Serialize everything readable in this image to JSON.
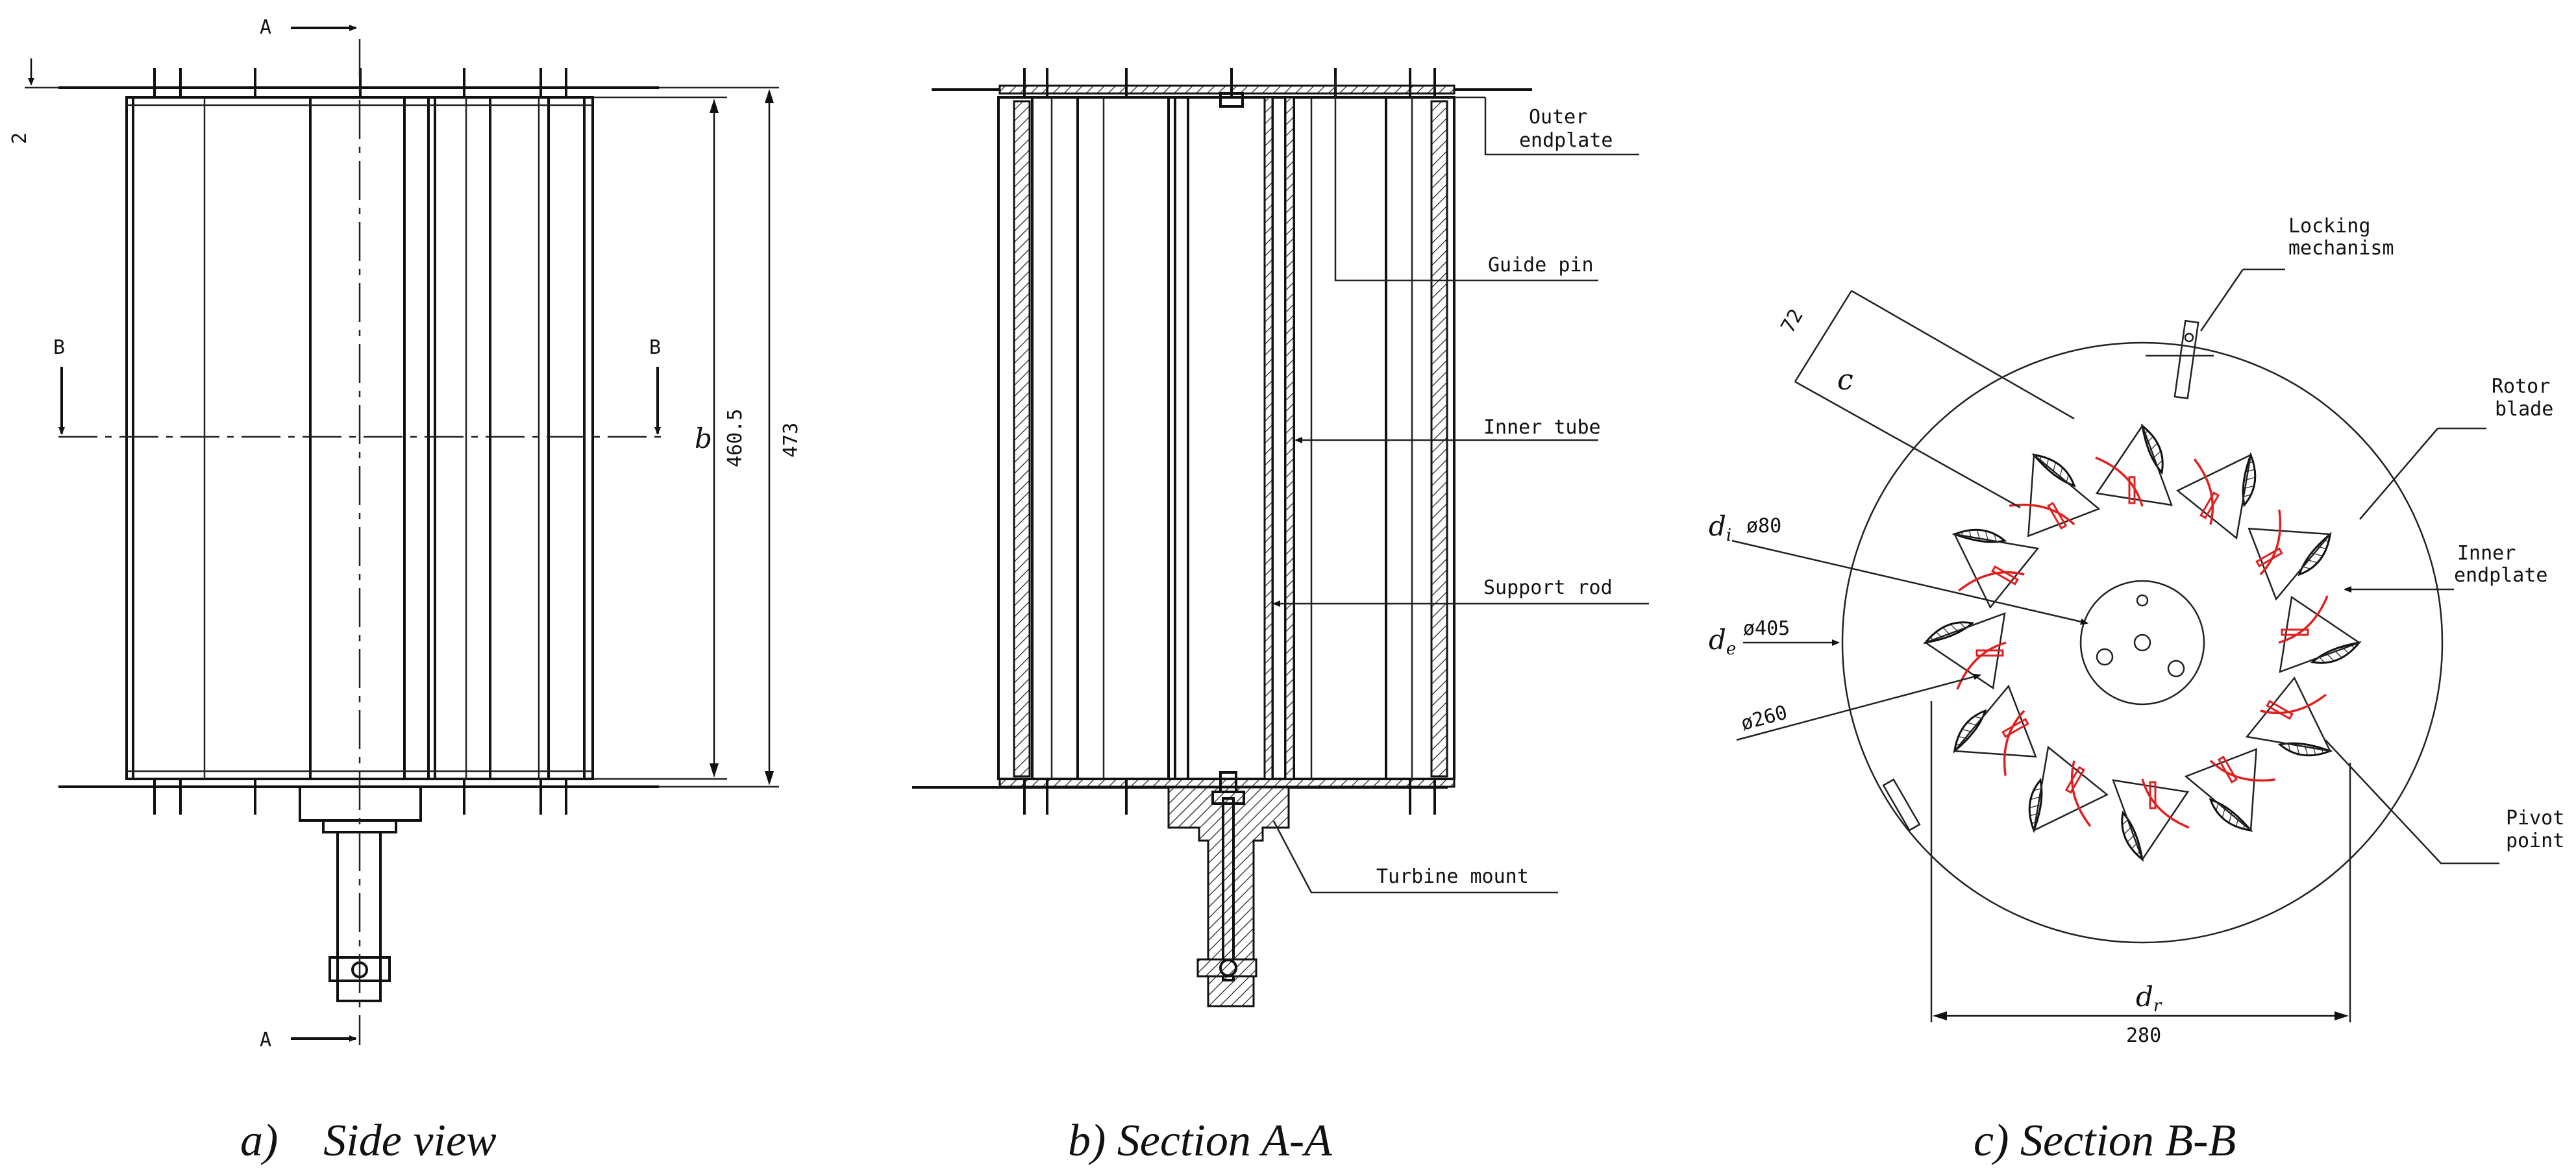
{
  "labels": {
    "section_a": "A",
    "section_b": "B",
    "dim_2": "2",
    "dim_b": "b",
    "dim_460": "460.5",
    "dim_473": "473",
    "outer_endplate_1": "Outer",
    "outer_endplate_2": "endplate",
    "guide_pin": "Guide pin",
    "inner_tube": "Inner tube",
    "support_rod": "Support rod",
    "turbine_mount": "Turbine mount",
    "locking_1": "Locking",
    "locking_2": "mechanism",
    "rotor_1": "Rotor",
    "rotor_2": "blade",
    "inner_ep_1": "Inner",
    "inner_ep_2": "endplate",
    "pivot_1": "Pivot",
    "pivot_2": "point",
    "dim_72": "72",
    "dim_c": "c",
    "dim_di": "d",
    "dim_di_sub": "i",
    "dim_80": "ø80",
    "dim_de": "d",
    "dim_de_sub": "e",
    "dim_405": "ø405",
    "dim_260": "ø260",
    "dim_dr": "d",
    "dim_dr_sub": "r",
    "dim_280": "280"
  },
  "captions": {
    "a": "a)    Side view",
    "b": "b) Section A-A",
    "c": "c) Section B-B"
  }
}
